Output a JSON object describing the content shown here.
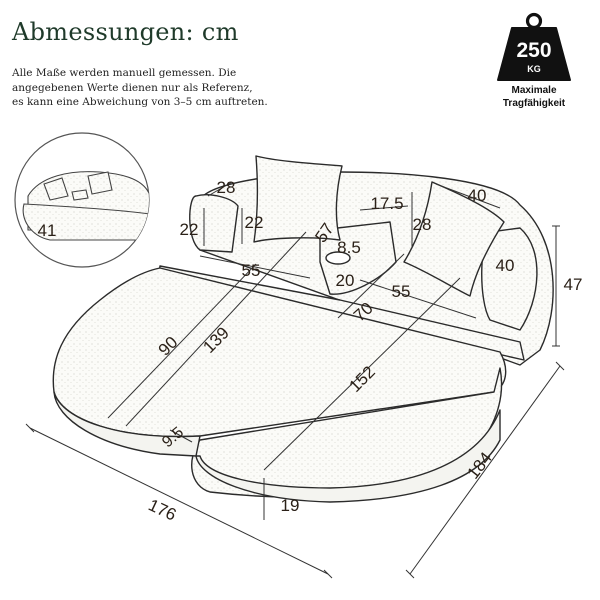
{
  "title": "Abmessungen: cm",
  "note_lines": [
    "Alle Maße werden manuell gemessen. Die",
    "angegebenen Werte dienen nur als Referenz,",
    "es kann eine Abweichung von 3–5 cm auftreten."
  ],
  "weight": {
    "value": "250",
    "unit": "KG",
    "caption_line1": "Maximale",
    "caption_line2": "Tragfähigkeit"
  },
  "inset": {
    "height_label": "41"
  },
  "dimensions": {
    "armrest_depth": "28",
    "armrest_height": "22",
    "armrest_inner_height": "22",
    "pillow_size": "57",
    "backrest_width": "55",
    "console_width": "17.5",
    "console_height": "28",
    "cupholder": "8.5",
    "console_depth": "20",
    "seat_width_right": "55",
    "seat_depth": "70",
    "pillow_right_width": "40",
    "pillow_right_height": "40",
    "total_height": "47",
    "left_cushion_depth": "90",
    "left_lounge_depth": "139",
    "right_lounge_depth": "152",
    "notch_gap": "9.5",
    "front_height": "19",
    "total_width": "176",
    "total_depth": "184"
  }
}
